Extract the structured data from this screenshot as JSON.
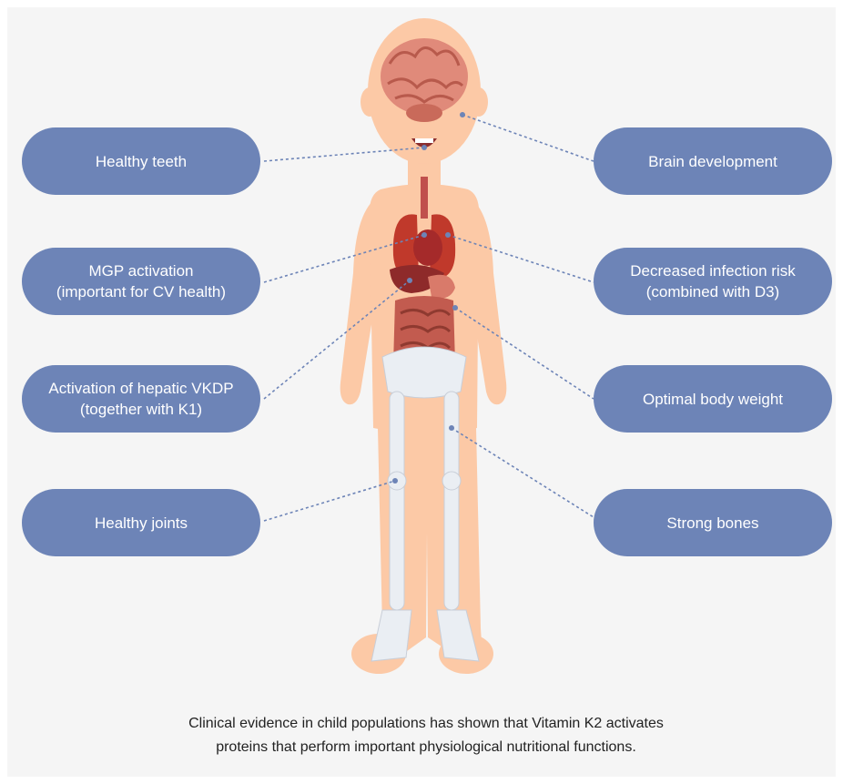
{
  "colors": {
    "pill_fill": "#6d84b7",
    "pill_text": "#ffffff",
    "skin": "#fcc9a6",
    "connector": "#6d84b7",
    "caption_text": "#222222"
  },
  "left_labels": [
    {
      "lines": [
        "Healthy teeth"
      ]
    },
    {
      "lines": [
        "MGP activation",
        "(important for CV health)"
      ]
    },
    {
      "lines": [
        "Activation of hepatic VKDP",
        "(together with K1)"
      ]
    },
    {
      "lines": [
        "Healthy joints"
      ]
    }
  ],
  "right_labels": [
    {
      "lines": [
        "Brain development"
      ]
    },
    {
      "lines": [
        "Decreased infection risk",
        "(combined with D3)"
      ]
    },
    {
      "lines": [
        "Optimal body weight"
      ]
    },
    {
      "lines": [
        "Strong bones"
      ]
    }
  ],
  "caption": {
    "line1": "Clinical evidence in child populations has shown that Vitamin K2 activates",
    "line2": "proteins that perform important physiological nutritional functions."
  }
}
